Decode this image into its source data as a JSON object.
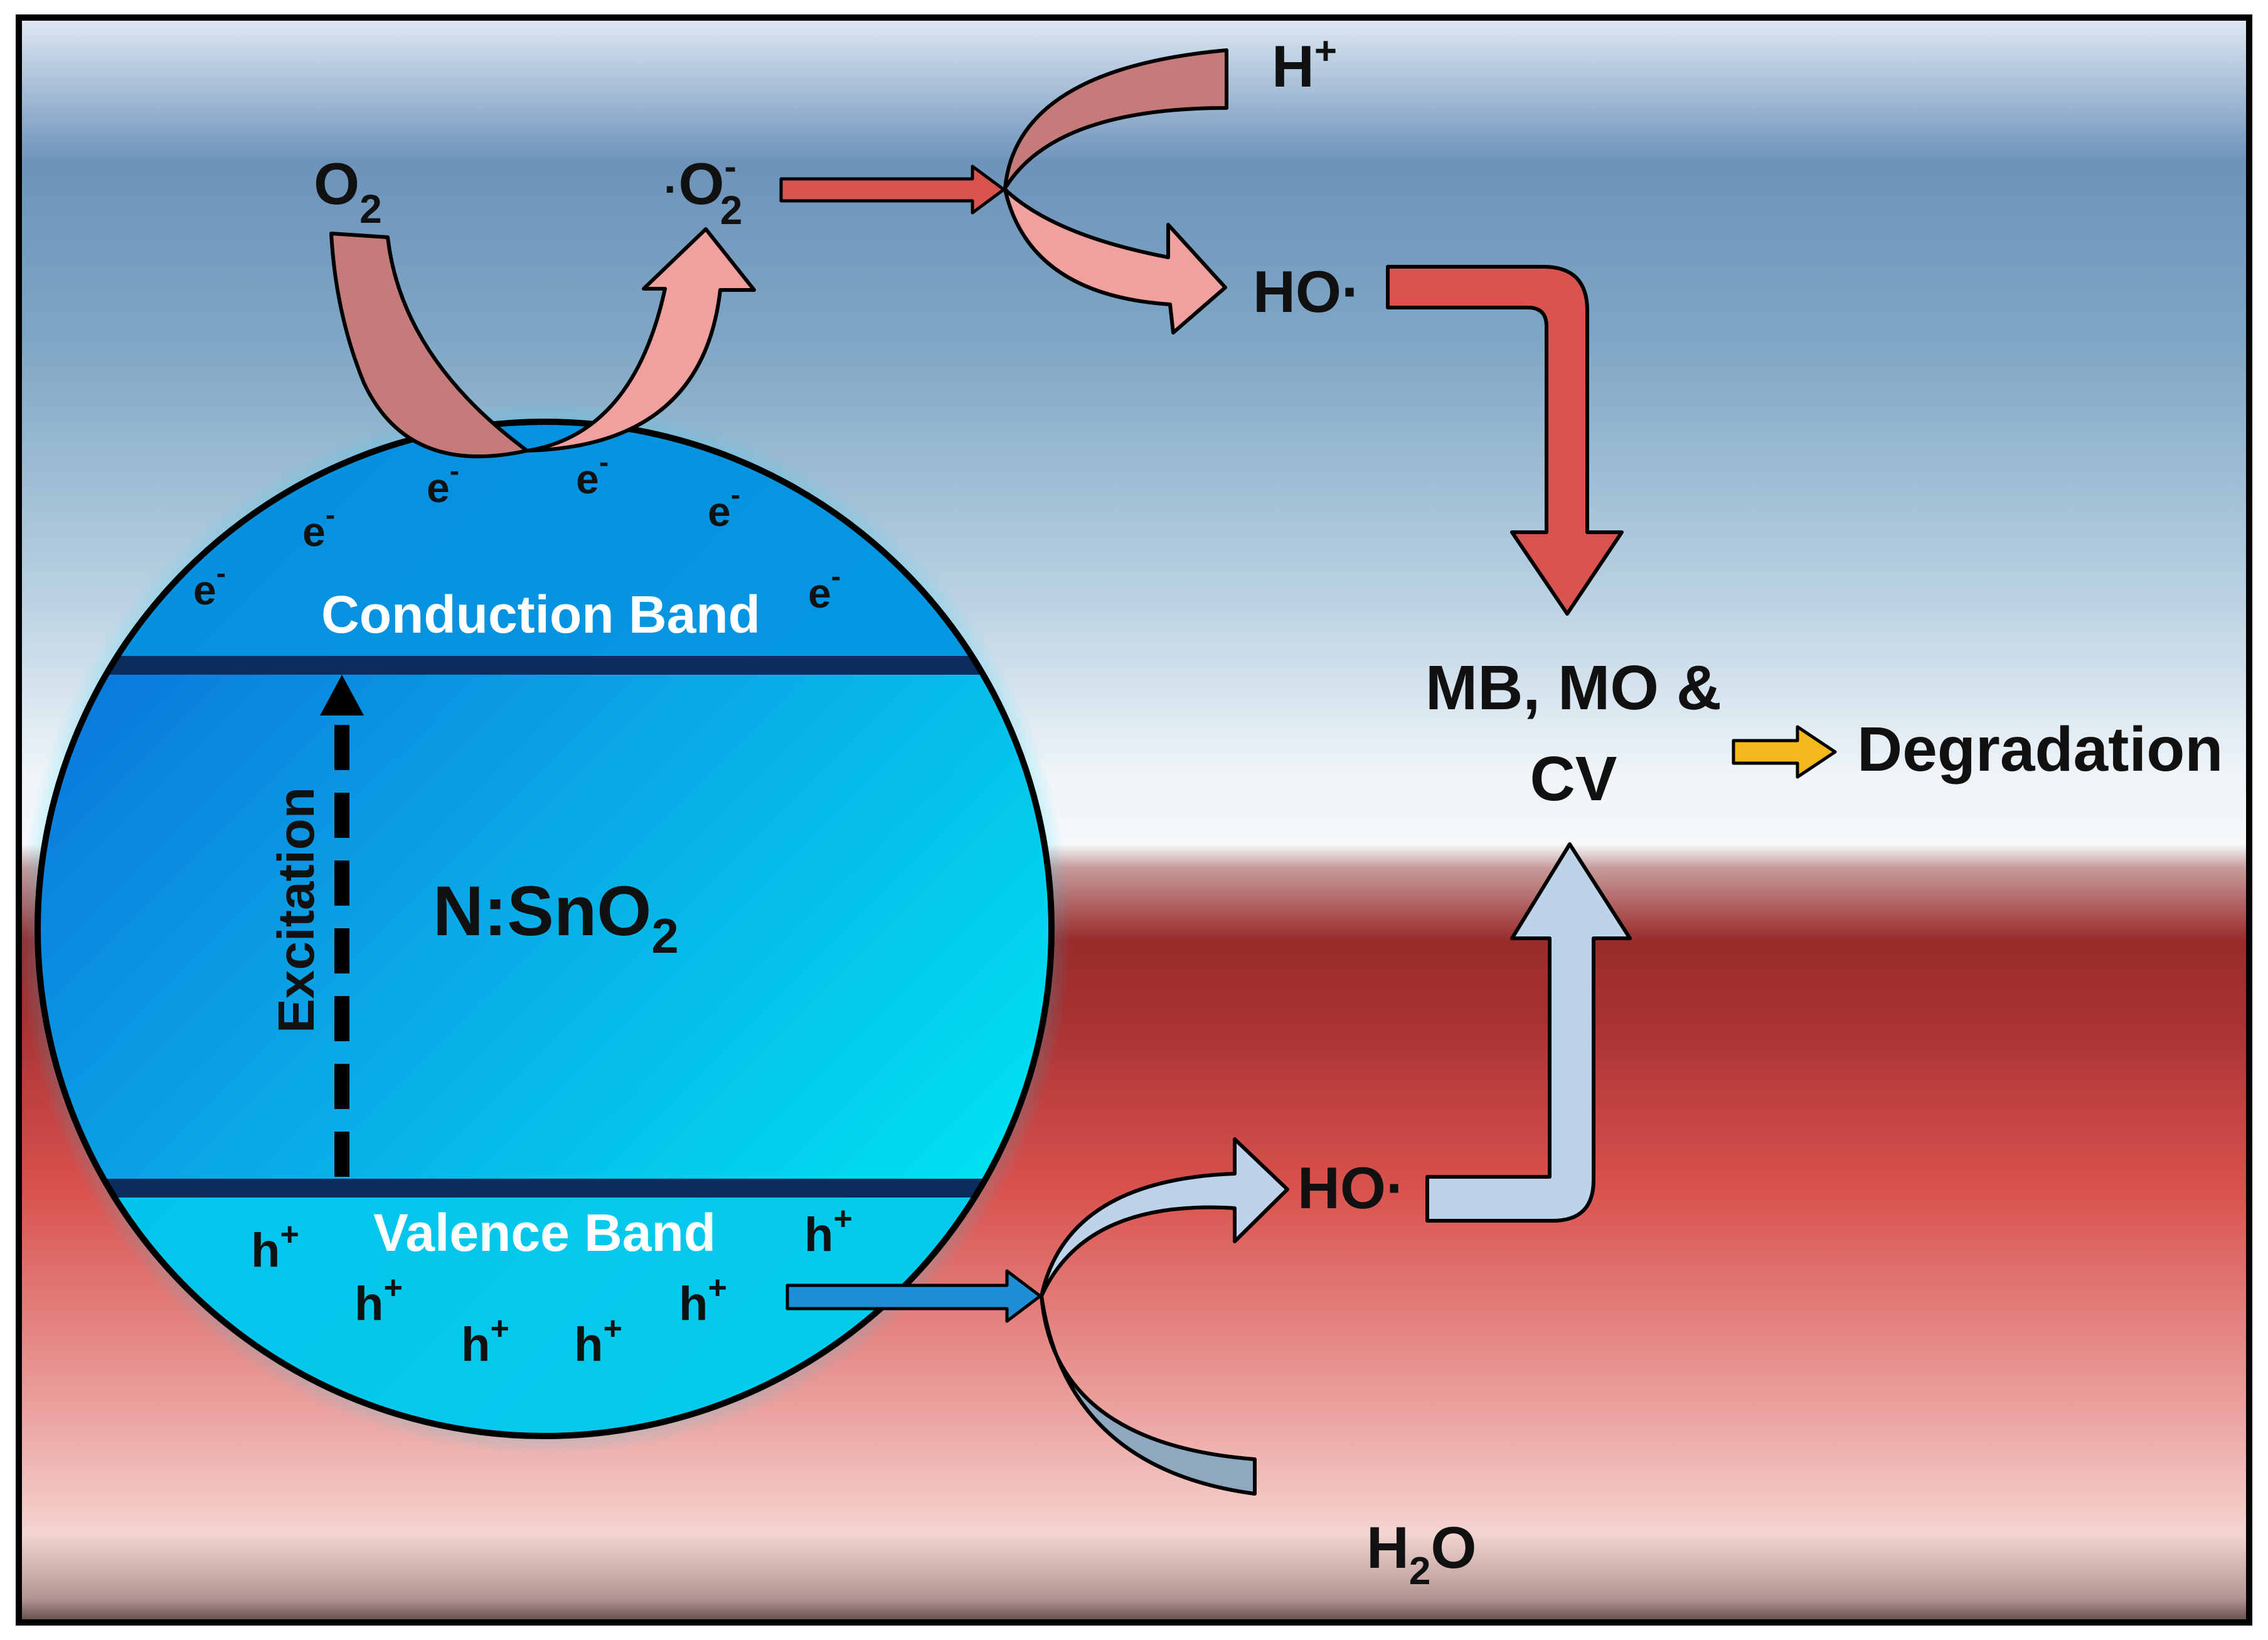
{
  "diagram": {
    "particle": {
      "name_main": "N:SnO",
      "name_sub": "2",
      "conduction_band": "Conduction Band",
      "valence_band": "Valence Band",
      "excitation": "Excitation",
      "electron_base": "e",
      "electron_sup": "-",
      "hole_base": "h",
      "hole_sup": "+"
    },
    "species": {
      "oxygen_main": "O",
      "oxygen_sub": "2",
      "superoxide_dot": "·",
      "superoxide_main": "O",
      "superoxide_sup": "-",
      "superoxide_sub": "2",
      "proton_main": "H",
      "proton_sup": "+",
      "hydroxyl_top": "HO·",
      "hydroxyl_bottom": "HO·",
      "water_h": "H",
      "water_sub": "2",
      "water_o": "O"
    },
    "dyes_line1": "MB, MO &",
    "dyes_line2": "CV",
    "result": "Degradation"
  },
  "colors": {
    "top_band": "#6e93bb",
    "bottom_band": "#d9524e",
    "particle_light": "#00e3ef",
    "particle_dark": "#0a7fe0",
    "band_line": "#0b2d5e",
    "arrow_red": "#d9534f",
    "arrow_pink": "#f1a0a0",
    "arrow_rose": "#c67b7b",
    "arrow_lightblue": "#bcd3ea",
    "arrow_slate": "#8fa7bf",
    "arrow_blue": "#1f8ed8",
    "arrow_gold": "#f2b81c"
  }
}
